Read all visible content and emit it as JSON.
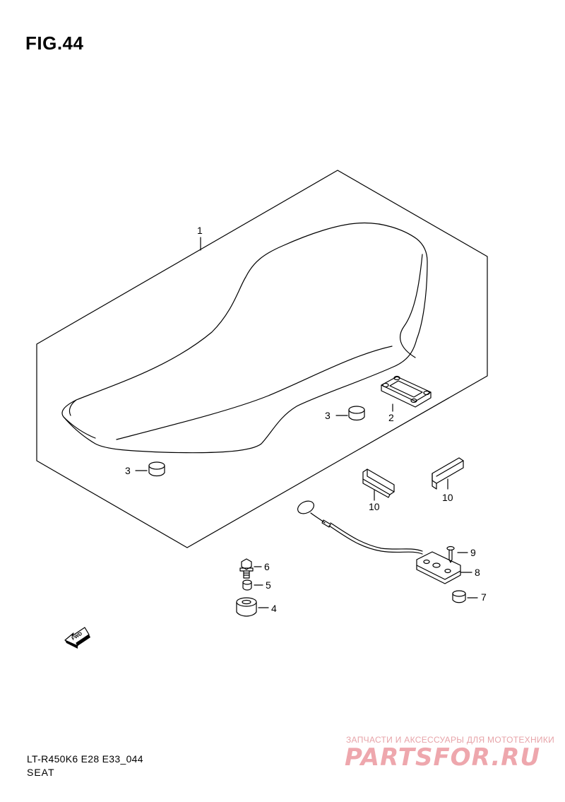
{
  "figure": {
    "title": "FIG.44"
  },
  "callouts": {
    "seat": "1",
    "bracket": "2",
    "cushion_right": "3",
    "cushion_left": "3",
    "spacer": "4",
    "collar": "5",
    "bolt": "6",
    "nut": "7",
    "lock_plate": "8",
    "screw": "9",
    "clip_left": "10",
    "clip_right": "10"
  },
  "fwd_arrow": {
    "label": "FWD"
  },
  "footer": {
    "model_code": "LT-R450K6 E28 E33_044",
    "group_name": "SEAT"
  },
  "watermark": {
    "tagline": "ЗАПЧАСТИ И АКСЕССУАРЫ ДЛЯ МОТОТЕХНИКИ",
    "logo": "PARTSFOR.RU"
  }
}
